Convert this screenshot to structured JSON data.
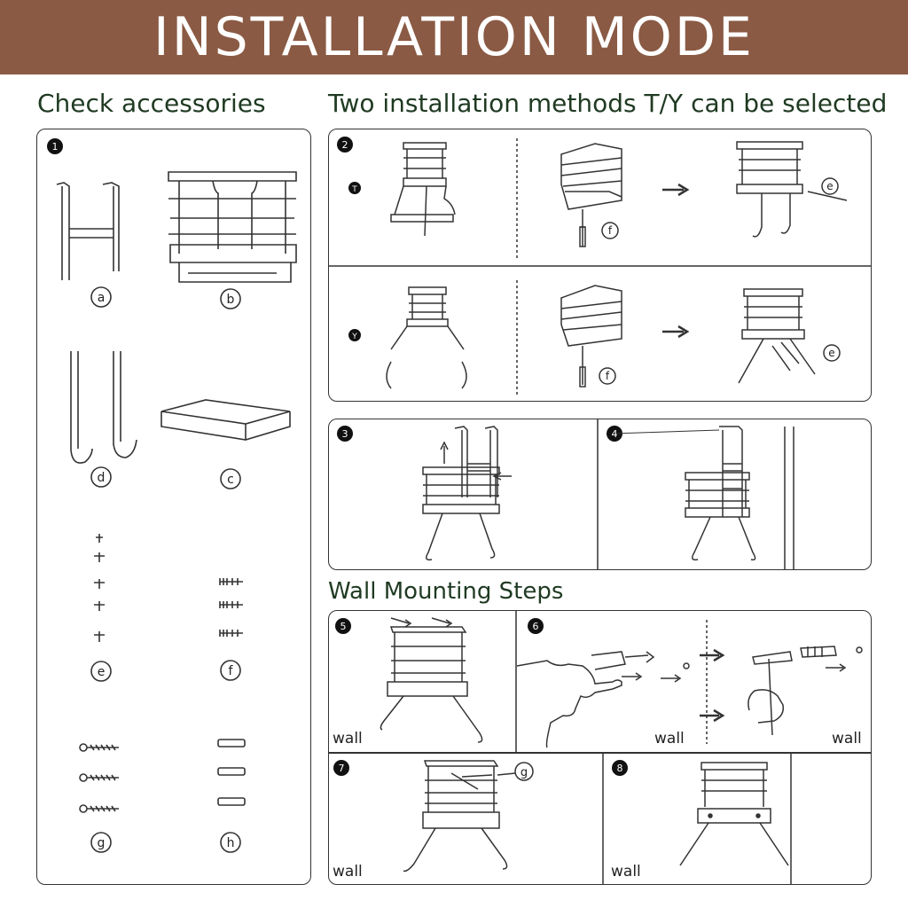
{
  "banner": {
    "title": "INSTALLATION MODE"
  },
  "headings": {
    "check_accessories": "Check accessories",
    "two_methods": "Two installation methods T/Y can be selected",
    "wall_mounting": "Wall Mounting Steps"
  },
  "steps": {
    "s1": "1",
    "s2": "2",
    "s3": "3",
    "s4": "4",
    "s5": "5",
    "s6": "6",
    "s7": "7",
    "s8": "8"
  },
  "methods": {
    "t": "T",
    "y": "Y"
  },
  "parts": {
    "a": "a",
    "b": "b",
    "c": "c",
    "d": "d",
    "e": "e",
    "f": "f",
    "g": "g",
    "h": "h"
  },
  "wall_label": "wall",
  "colors": {
    "banner": "#8a5a44",
    "heading": "#1f3a22",
    "line": "#333333"
  }
}
